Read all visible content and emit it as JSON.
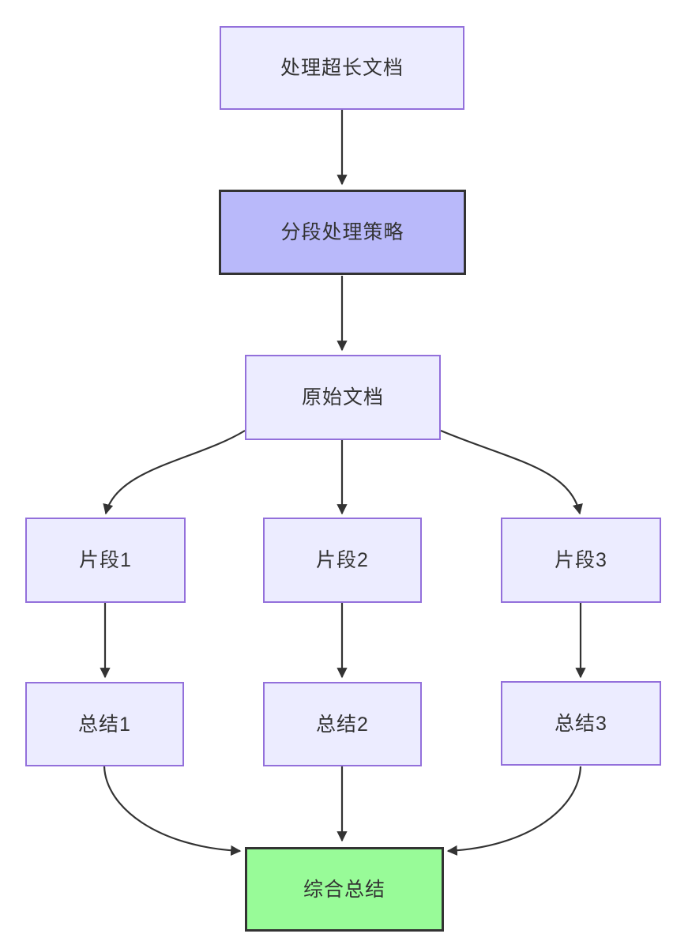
{
  "diagram": {
    "type": "flowchart-top-down",
    "nodes": {
      "start": {
        "label": "处理超长文档"
      },
      "strategy": {
        "label": "分段处理策略"
      },
      "doc": {
        "label": "原始文档"
      },
      "seg1": {
        "label": "片段1"
      },
      "seg2": {
        "label": "片段2"
      },
      "seg3": {
        "label": "片段3"
      },
      "sum1": {
        "label": "总结1"
      },
      "sum2": {
        "label": "总结2"
      },
      "sum3": {
        "label": "总结3"
      },
      "final": {
        "label": "综合总结"
      }
    },
    "edges": [
      {
        "from": "start",
        "to": "strategy"
      },
      {
        "from": "strategy",
        "to": "doc"
      },
      {
        "from": "doc",
        "to": "seg1"
      },
      {
        "from": "doc",
        "to": "seg2"
      },
      {
        "from": "doc",
        "to": "seg3"
      },
      {
        "from": "seg1",
        "to": "sum1"
      },
      {
        "from": "seg2",
        "to": "sum2"
      },
      {
        "from": "seg3",
        "to": "sum3"
      },
      {
        "from": "sum1",
        "to": "final"
      },
      {
        "from": "sum2",
        "to": "final"
      },
      {
        "from": "sum3",
        "to": "final"
      }
    ],
    "colors": {
      "background": "#FFFFFF",
      "node_fill": "#ECECFF",
      "node_border": "#9370DB",
      "strategy_fill": "#B9B9FA",
      "strategy_border": "#333333",
      "final_fill": "#98FB98",
      "final_border": "#333333",
      "edge": "#333333",
      "text": "#333333"
    }
  }
}
